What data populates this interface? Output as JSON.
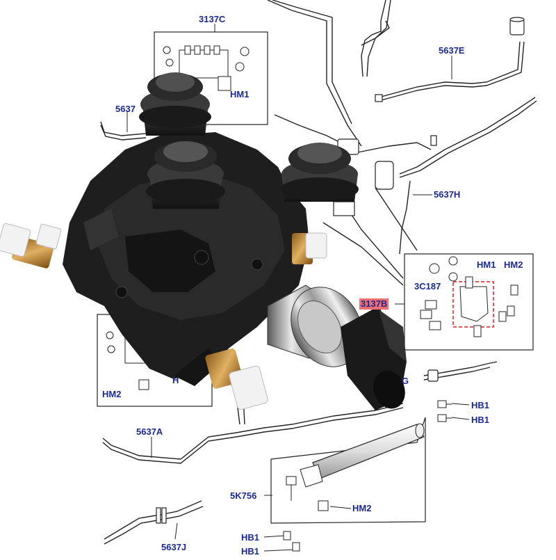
{
  "labels": {
    "l_3137C": "3137C",
    "l_5637E": "5637E",
    "l_5637_top": "5637",
    "l_5637H": "5637H",
    "l_HM1_a": "HM1",
    "l_HM1_b": "HM1",
    "l_HM2_a": "HM2",
    "l_3C187": "3C187",
    "l_3137B": "3137B",
    "l_G": "G",
    "l_HB1_a": "HB1",
    "l_HB1_b": "HB1",
    "l_HM2_b": "HM2",
    "l_5637A": "5637A",
    "l_5K756": "5K756",
    "l_HM2_c": "HM2",
    "l_HB1_c": "HB1",
    "l_HB1_d": "HB1",
    "l_5637J": "5637J",
    "l_H": "H"
  },
  "highlight_color": "#ef6f75",
  "label_color": "#1a2a8c",
  "valve_color": "#1e1e1e",
  "brass_color": "#c8913c"
}
